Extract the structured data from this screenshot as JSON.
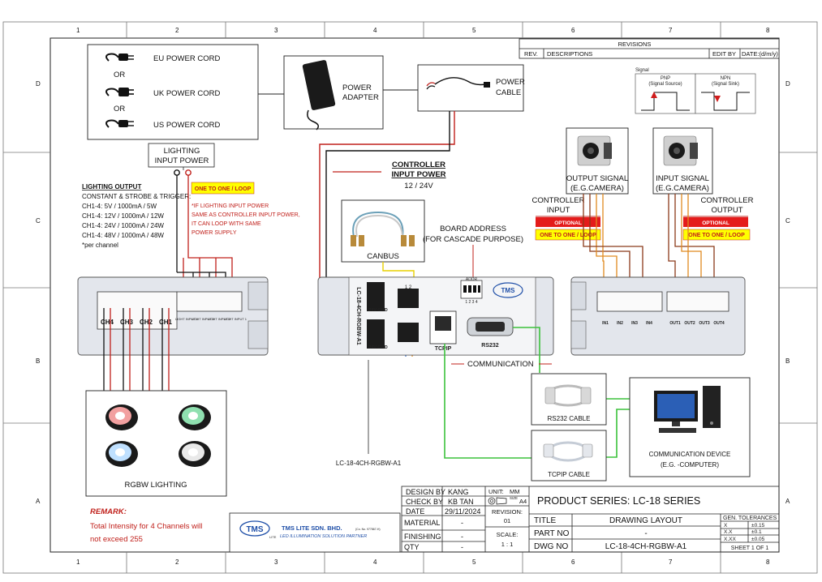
{
  "grid": {
    "top_numbers": [
      "1",
      "2",
      "3",
      "4",
      "5",
      "6",
      "7",
      "8"
    ],
    "bottom_numbers": [
      "1",
      "2",
      "3",
      "4",
      "5",
      "6",
      "7",
      "8"
    ],
    "side_letters": [
      "D",
      "C",
      "B",
      "A"
    ]
  },
  "revisions": {
    "title": "REVISIONS",
    "col_rev": "REV.",
    "col_desc": "DESCRIPTIONS",
    "col_edit": "EDIT BY",
    "col_date": "DATE:(d/m/y)"
  },
  "power": {
    "eu": "EU POWER CORD",
    "or1": "OR",
    "uk": "UK POWER CORD",
    "or2": "OR",
    "us": "US POWER CORD",
    "adapter_l1": "POWER",
    "adapter_l2": "ADAPTER",
    "cable_l1": "POWER",
    "cable_l2": "CABLE"
  },
  "signal": {
    "title": "Signal",
    "pnp": "PNP",
    "pnp_sub": "(Signal Source)",
    "npn": "NPN",
    "npn_sub": "(Signal Sink)"
  },
  "lighting_power": {
    "l1": "LIGHTING",
    "l2": "INPUT POWER"
  },
  "lighting_output": {
    "title": "LIGHTING OUTPUT",
    "l1": "CONSTANT & STROBE & TRIGGER:",
    "l2": "CH1-4: 5V / 1000mA / 5W",
    "l3": "CH1-4: 12V / 1000mA / 12W",
    "l4": "CH1-4: 24V / 1000mA / 24W",
    "l5": "CH1-4: 48V / 1000mA / 48W",
    "l6": "*per channel"
  },
  "one_to_one_left": "ONE TO ONE / LOOP",
  "note": {
    "l1": "*IF LIGHTING INPUT POWER",
    "l2": "SAME AS CONTROLLER INPUT POWER,",
    "l3": "IT CAN LOOP WITH SAME",
    "l4": "POWER SUPPLY"
  },
  "controller_power": {
    "l1": "CONTROLLER",
    "l2": "INPUT POWER",
    "l3": "12 / 24V"
  },
  "canbus": "CANBUS",
  "board_address": {
    "l1": "BOARD ADDRESS",
    "l2": "(FOR CASCADE PURPOSE)"
  },
  "cameras": {
    "out_l1": "OUTPUT SIGNAL",
    "out_l2": "(E.G.CAMERA)",
    "in_l1": "INPUT SIGNAL",
    "in_l2": "(E.G.CAMERA)"
  },
  "ctrl_input": {
    "l1": "CONTROLLER",
    "l2": "INPUT",
    "optional": "OPTIONAL",
    "loop": "ONE TO ONE / LOOP"
  },
  "ctrl_output": {
    "l1": "CONTROLLER",
    "l2": "OUTPUT",
    "optional": "OPTIONAL",
    "loop": "ONE TO ONE / LOOP"
  },
  "left_unit": {
    "ch": [
      "CH4",
      "CH3",
      "CH2",
      "CH1"
    ],
    "inputs": [
      "LIGHT INPUT 4",
      "LIGHT INPUT 3",
      "LIGHT INPUT 2",
      "LIGHT INPUT 1"
    ]
  },
  "center_unit": {
    "model_vertical": "LC-18-4CH-RGBW-A1",
    "gnd1": "24V GND",
    "gnd2": "24V GND",
    "tcpip": "TCPIP",
    "rs232": "RS232",
    "addr": "ADDR",
    "addr_nums": "1 2 3 4",
    "logo": "TMS",
    "pins": "1  2"
  },
  "right_unit": {
    "inputs": [
      "IN1",
      "IN2",
      "IN3",
      "IN4"
    ],
    "outputs": [
      "OUT1",
      "OUT2",
      "OUT3",
      "OUT4"
    ]
  },
  "communication": "COMMUNICATION",
  "rs232_cable": "RS232 CABLE",
  "tcpip_cable": "TCPIP CABLE",
  "comm_device": {
    "l1": "COMMUNICATION DEVICE",
    "l2": "(E.G. -COMPUTER)"
  },
  "rgbw": "RGBW LIGHTING",
  "model_label": "LC-18-4CH-RGBW-A1",
  "remark": {
    "title": "REMARK:",
    "l1": "Total Intensity for 4 Channels will",
    "l2": "not exceed 255"
  },
  "company": {
    "logo": "TMS",
    "logo_sub": "LITE",
    "name": "TMS LITE SDN. BHD.",
    "reg": "(Co. No. 977867-H)",
    "tagline": "LED ILLUMINATION SOLUTION PARTNER"
  },
  "title_block": {
    "design_by_label": "DESIGN BY",
    "design_by": "KANG",
    "check_by_label": "CHECK BY",
    "check_by": "KB TAN",
    "date_label": "DATE",
    "date": "29/11/2024",
    "material_label": "MATERIAL",
    "material": "-",
    "finishing_label": "FINISHING",
    "finishing": "-",
    "qty_label": "QTY",
    "qty": "-",
    "unit_label": "UNIT:",
    "unit": "MM",
    "size_label": "SIZE",
    "size": "A4",
    "revision_label": "REVISION:",
    "revision": "01",
    "scale_label": "SCALE:",
    "scale": "1 : 1",
    "product_series": "PRODUCT SERIES: LC-18 SERIES",
    "title_label": "TITLE",
    "title": "DRAWING LAYOUT",
    "part_no_label": "PART NO",
    "part_no": "-",
    "dwg_no_label": "DWG NO",
    "dwg_no": "LC-18-4CH-RGBW-A1",
    "tol_title": "GEN. TOLERANCES",
    "tol": [
      [
        "X",
        "±0.15"
      ],
      [
        "X.X",
        "±0.1"
      ],
      [
        "X.XX",
        "±0.05"
      ]
    ],
    "sheet": "SHEET 1 OF 1"
  }
}
